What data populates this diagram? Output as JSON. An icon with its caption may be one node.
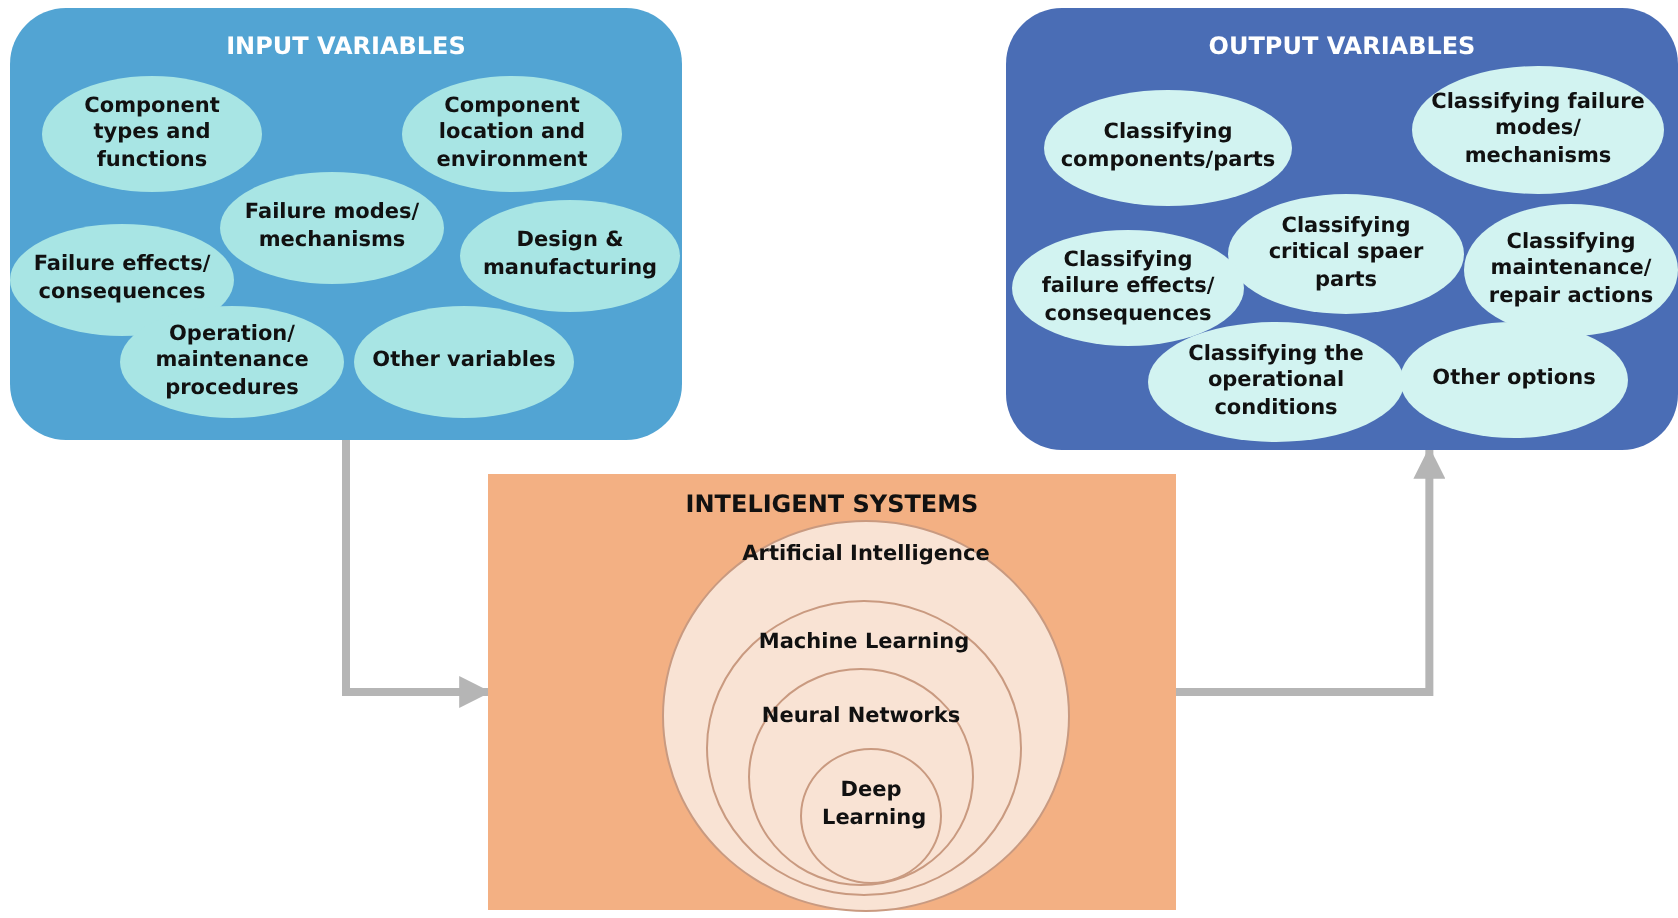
{
  "diagram": {
    "nodes": [
      {
        "text": [
          "INPUT VARIABLES"
        ]
      },
      {
        "text": [
          "Component types and functions"
        ],
        "in": 0
      },
      {
        "text": [
          "Component location and environment"
        ],
        "in": 0
      },
      {
        "text": [
          "Failure modes/ mechanisms"
        ],
        "in": 0
      },
      {
        "text": [
          "Design & manufacturing"
        ],
        "in": 0
      },
      {
        "text": [
          "Failure effects/ consequences"
        ],
        "in": 0
      },
      {
        "text": [
          "Operation/ maintenance procedures"
        ],
        "in": 0
      },
      {
        "text": [
          "Other variables"
        ],
        "in": 0
      },
      {
        "text": [
          "OUTPUT VARIABLES"
        ]
      },
      {
        "text": [
          "Classifying components/parts"
        ],
        "in": 8
      },
      {
        "text": [
          "Classifying failure modes/ mechanisms"
        ],
        "in": 8
      },
      {
        "text": [
          "Classifying critical spaer parts"
        ],
        "in": 8
      },
      {
        "text": [
          "Classifying failure effects/ consequences"
        ],
        "in": 8
      },
      {
        "text": [
          "Classifying maintenance/ repair actions"
        ],
        "in": 8
      },
      {
        "text": [
          "Classifying the operational conditions"
        ],
        "in": 8
      },
      {
        "text": [
          "Other options"
        ],
        "in": 8
      },
      {
        "text": [
          "INTELIGENT SYSTEMS"
        ]
      },
      {
        "text": [
          "Artificial Intelligence"
        ],
        "in": 16
      },
      {
        "text": [
          "Machine Learning"
        ],
        "in": 17
      },
      {
        "text": [
          "Neural Networks"
        ],
        "in": 18
      },
      {
        "text": [
          "Deep Learning"
        ],
        "in": 19
      }
    ],
    "edges": [
      {
        "from": 0,
        "to": 16,
        "arrow": "to"
      },
      {
        "from": 16,
        "to": 8,
        "arrow": "to"
      }
    ]
  }
}
